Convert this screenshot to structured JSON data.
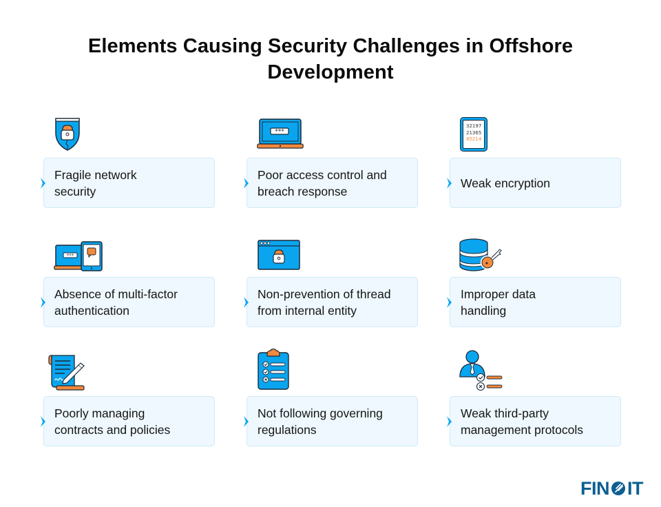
{
  "title": "Elements Causing Security Challenges in Offshore\nDevelopment",
  "colors": {
    "accent_blue": "#0aa5ef",
    "accent_orange": "#f5893a",
    "card_bg": "#eef8fe",
    "card_border": "#cfe9f8",
    "logo_blue": "#0d5f91"
  },
  "items": [
    {
      "label": "Fragile network\nsecurity",
      "icon": "shield-lock-icon"
    },
    {
      "label": "Poor access control and\nbreach response",
      "icon": "laptop-password-icon"
    },
    {
      "label": "Weak encryption",
      "icon": "encrypted-code-tablet-icon"
    },
    {
      "label": "Absence of multi-factor\nauthentication",
      "icon": "laptop-phone-otp-icon"
    },
    {
      "label": "Non-prevention of thread\nfrom internal entity",
      "icon": "browser-lock-icon"
    },
    {
      "label": "Improper data\nhandling",
      "icon": "database-key-icon"
    },
    {
      "label": "Poorly managing\ncontracts and policies",
      "icon": "signed-contract-icon"
    },
    {
      "label": "Not following governing\nregulations",
      "icon": "clipboard-checklist-icon"
    },
    {
      "label": "Weak third-party\nmanagement protocols",
      "icon": "person-checklist-icon"
    }
  ],
  "encryption_codes": [
    "32197",
    "21365",
    "85214"
  ],
  "logo": {
    "text": "FINOIT"
  }
}
